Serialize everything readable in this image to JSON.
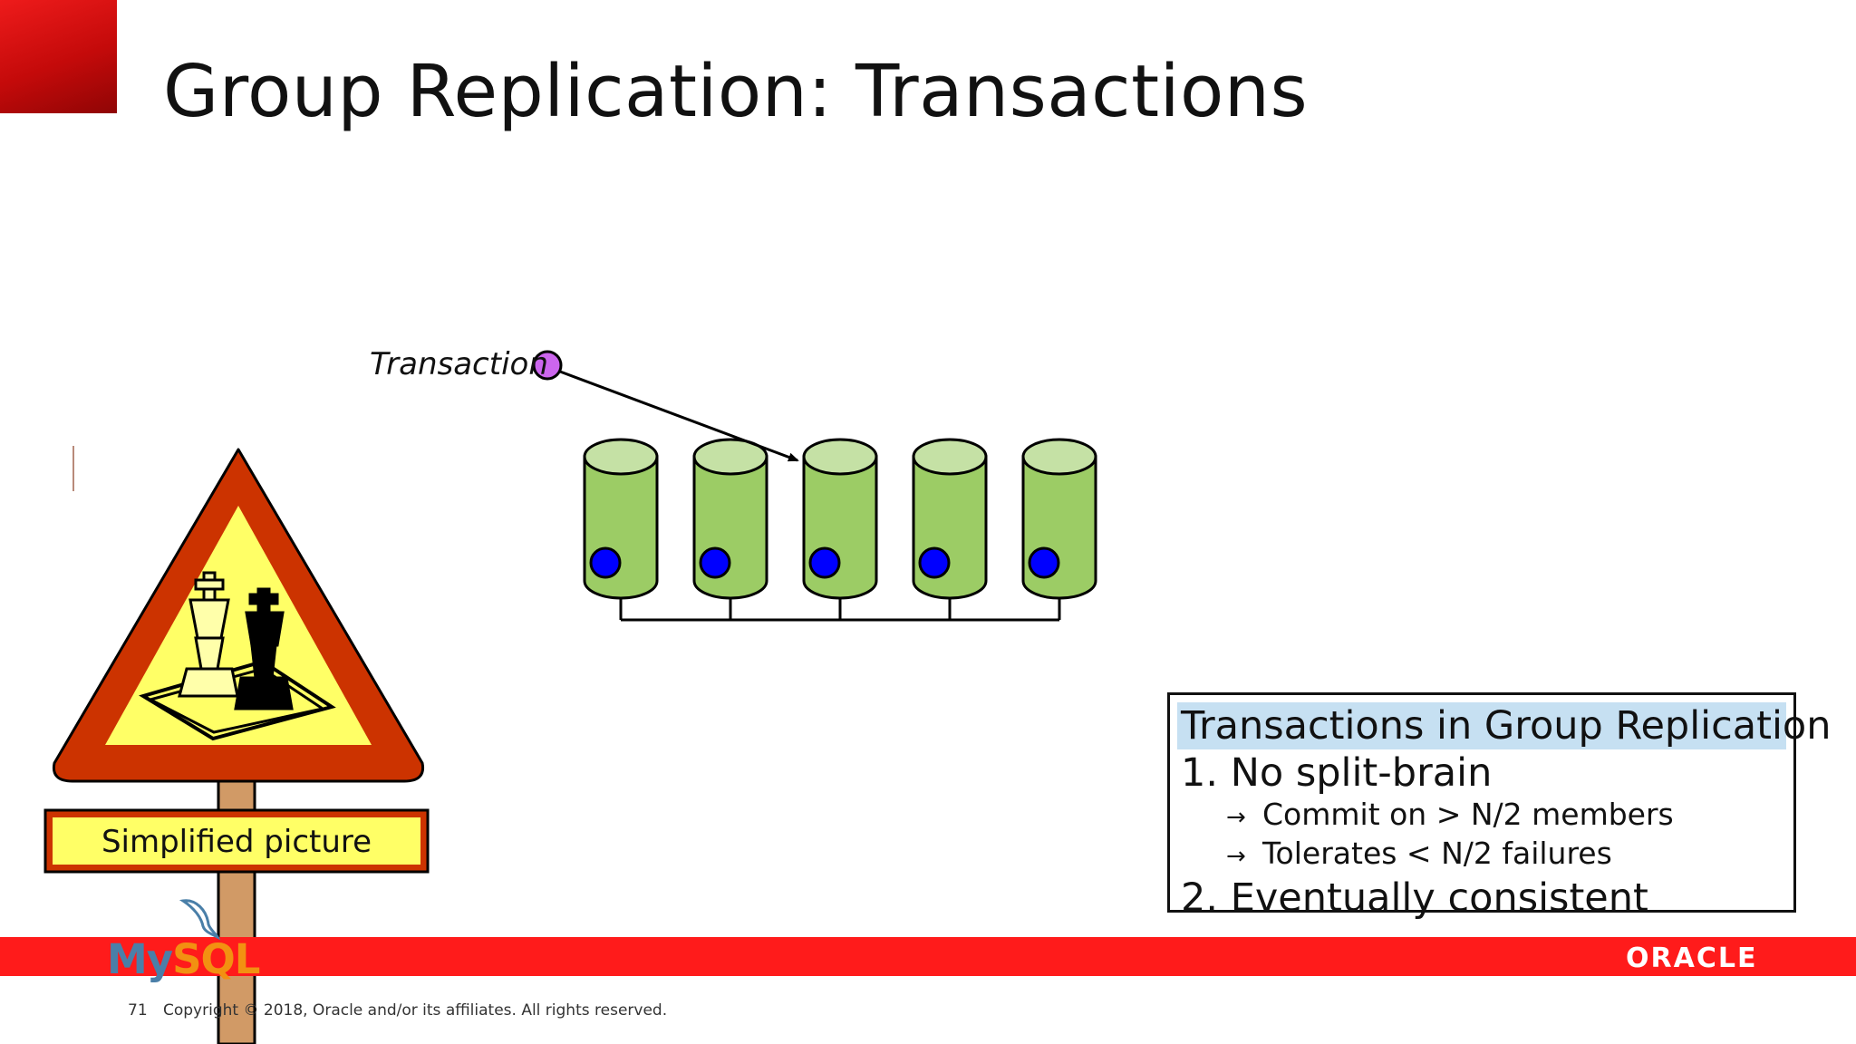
{
  "slide": {
    "title": "Group Replication: Transactions",
    "number": "71",
    "copyright": "Copyright © 2018, Oracle and/or its affiliates. All rights reserved."
  },
  "diagram": {
    "transaction_label": "Transaction",
    "transaction_color": "#cc66ee",
    "server_fill": "#9ccc65",
    "server_top_fill": "#c5e1a5",
    "server_dot_color": "#0000ff",
    "server_count": 5,
    "target_server_index": 2
  },
  "info_box": {
    "title": "Transactions in Group Replication",
    "item1": "1. No split-brain",
    "sub1_arrow": "→",
    "sub1": "Commit on > N/2 members",
    "sub2_arrow": "→",
    "sub2": "Tolerates < N/2 failures",
    "item2": "2. Eventually consistent",
    "title_bg": "#c6e0f2"
  },
  "warning_sign": {
    "label": "Simplified picture",
    "border_color": "#cc3300",
    "fill_color": "#ffff66",
    "pole_color": "#d19a66"
  },
  "footer": {
    "bar_color": "#ff1b1b",
    "oracle": "ORACLE",
    "mysql_my": "My",
    "mysql_sql": "SQL"
  }
}
